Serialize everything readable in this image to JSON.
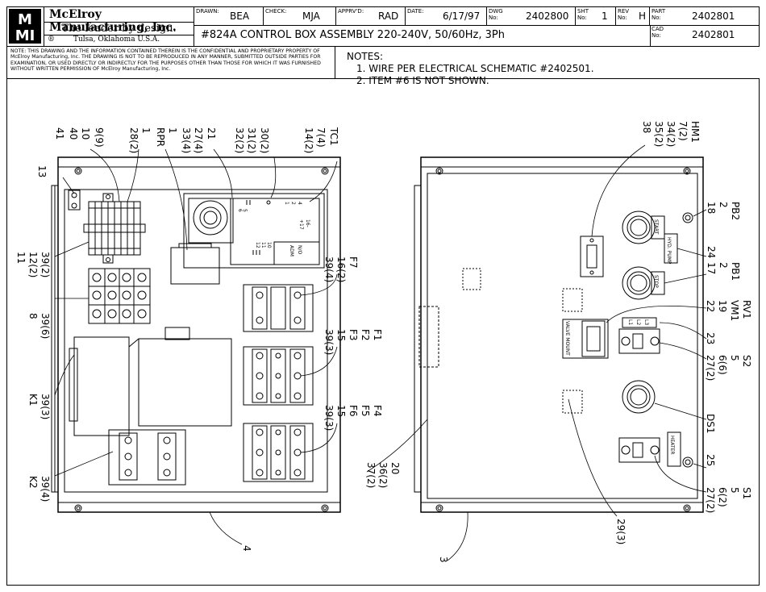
{
  "company": {
    "logo": "MMI",
    "name": "McElroy Manufacturing, Inc.",
    "tagline": "The leader by design.",
    "location": "Tulsa, Oklahoma U.S.A.",
    "registered": "®"
  },
  "title_block": {
    "drawn_label": "DRAWN:",
    "drawn": "BEA",
    "check_label": "CHECK:",
    "check": "MJA",
    "apprvd_label": "APPRV'D:",
    "apprvd": "RAD",
    "date_label": "DATE:",
    "date": "6/17/97",
    "dwg_label_1": "DWG",
    "dwg_label_2": "No:",
    "dwg": "2402800",
    "sht_label_1": "SHT",
    "sht_label_2": "No:",
    "sht": "1",
    "rev_label_1": "REV",
    "rev_label_2": "No:",
    "rev": "H",
    "part_label_1": "PART",
    "part_label_2": "No:",
    "part": "2402801",
    "cad_label_1": "CAD",
    "cad_label_2": "No:",
    "cad": "2402801",
    "title": "#824A CONTROL BOX ASSEMBLY 220-240V, 50/60Hz, 3Ph"
  },
  "disclaimer": "NOTE: THIS DRAWING AND THE INFORMATION CONTAINED THEREIN IS THE CONFIDENTIAL AND PROPRIETARY PROPERTY OF McElroy Manufacturing, Inc. THE DRAWING IS NOT TO BE REPRODUCED IN ANY MANNER, SUBMITTED OUTSIDE PARTIES FOR EXAMINATION, OR USED DIRECTLY OR INDIRECTLY FOR THE PURPOSES OTHER THAN THOSE FOR WHICH IT WAS FURNISHED WITHOUT WRITTEN PERMISSION OF McElroy Manufacturing, Inc.",
  "notes": {
    "heading": "NOTES:",
    "items": [
      "1. WIRE PER ELECTRICAL SCHEMATIC #2402501.",
      "2. ITEM #6 IS NOT SHOWN."
    ]
  },
  "panel_labels": {
    "tc_top": [
      "4",
      "2",
      "1"
    ],
    "tc_right": [
      "16-",
      "+17"
    ],
    "tc_side": [
      "5",
      "6"
    ],
    "tc_bottom": [
      "10",
      "11",
      "12"
    ],
    "tc_sw": "N/O",
    "tc_sw2": "ADM",
    "start": "START",
    "hyd_pump": "HYD. PUMP",
    "stop": "STOP",
    "heater": "HEATER",
    "vm": "VALVE MOUNT",
    "s_l1": "L1",
    "s_l2": "L2",
    "s_l3": "L3"
  },
  "callouts": {
    "top_left": [
      "41",
      "40",
      "10",
      "9(9)"
    ],
    "c28": [
      "28(2)",
      "1"
    ],
    "rpr": [
      "RPR",
      "1"
    ],
    "c33": [
      "33(4)",
      "27(4)",
      "21"
    ],
    "c32": [
      "32(2)",
      "31(2)",
      "30(2)"
    ],
    "tc1": [
      "14(2)",
      "7(4)",
      "TC1"
    ],
    "c13": "13",
    "c11": [
      "11",
      "12(2)",
      "39(2)"
    ],
    "c8": [
      "8",
      "39(6)"
    ],
    "k1": [
      "K1",
      "39(3)"
    ],
    "k2": [
      "K2",
      "39(4)"
    ],
    "f7": [
      "F7",
      "16(2)",
      "39(4)"
    ],
    "f1": [
      "F1",
      "F2",
      "F3",
      "15",
      "39(3)"
    ],
    "f4": [
      "F4",
      "F5",
      "F6",
      "15",
      "39(3)"
    ],
    "c4": "4",
    "c20": [
      "20",
      "36(2)",
      "37(2)"
    ],
    "hm1": [
      "HM1",
      "7(2)",
      "34(2)",
      "35(2)",
      "38"
    ],
    "pb2": [
      "PB2",
      "2",
      "18"
    ],
    "c24": "24",
    "pb1": [
      "PB1",
      "2",
      "17"
    ],
    "rv1": [
      "RV1",
      "VM1",
      "19",
      "22"
    ],
    "c23": "23",
    "s2": [
      "S2",
      "5",
      "6(6)",
      "27(2)"
    ],
    "ds1": "DS1",
    "c25": "25",
    "s1": [
      "S1",
      "5",
      "6(2)",
      "27(2)"
    ],
    "c29": "29(3)",
    "c3": "3"
  }
}
